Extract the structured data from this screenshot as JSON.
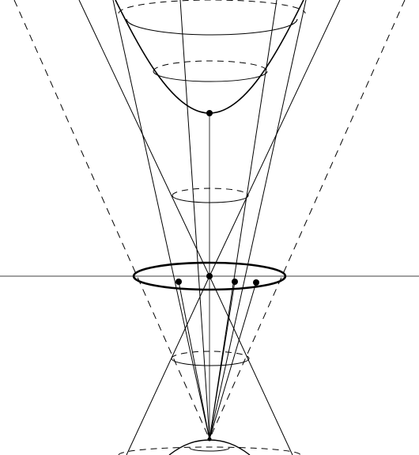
{
  "diagram": {
    "description_type": "geometric-line-drawing",
    "colors": {
      "background": "#ffffff",
      "stroke": "#000000",
      "point": "#000000"
    },
    "components": [
      "upper-hyperboloid-sheet",
      "lower-hyperboloid-sheet",
      "asymptotic-cone",
      "focal-ellipse",
      "horizontal-axis",
      "vertical-axis",
      "generator-lines",
      "marked-points"
    ],
    "marked_point_count": 6
  }
}
